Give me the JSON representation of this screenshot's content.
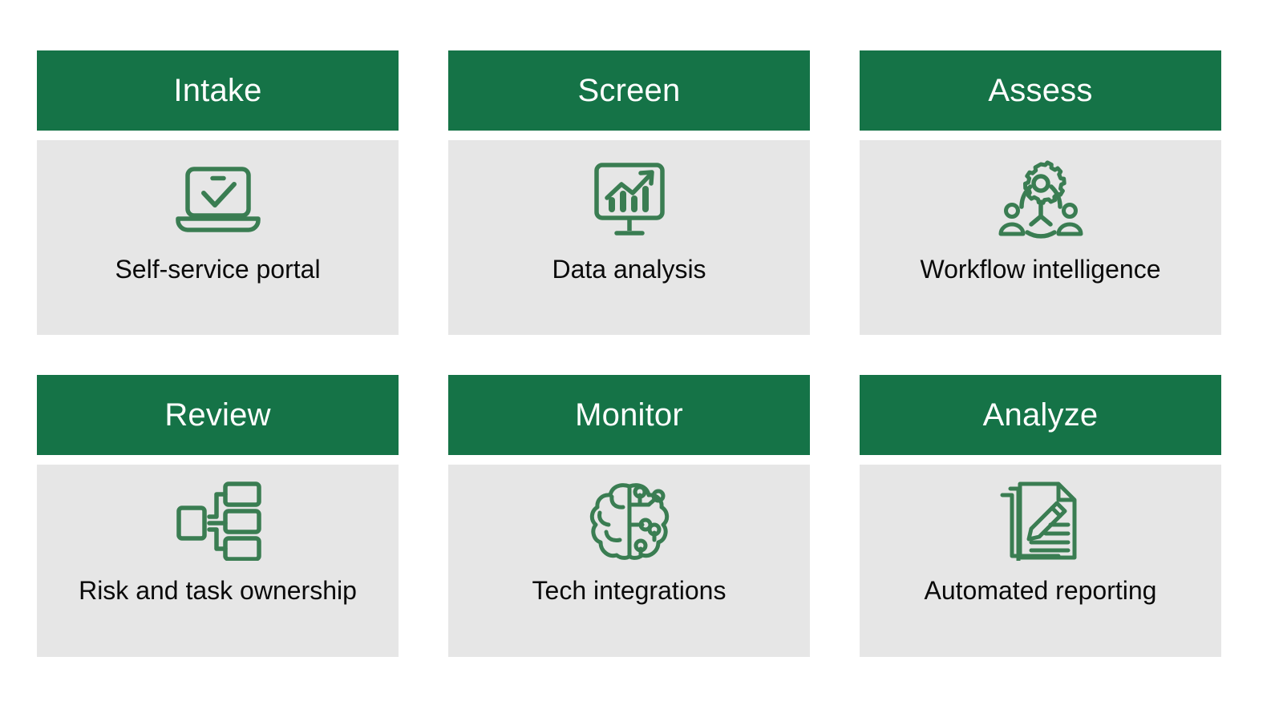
{
  "colors": {
    "header_green": "#157347",
    "body_gray": "#e6e6e6",
    "icon_green": "#3a7d52",
    "label_black": "#0a0a0a",
    "header_text": "#ffffff",
    "page_background": "#ffffff"
  },
  "cards": [
    {
      "title": "Intake",
      "label": "Self-service portal",
      "icon": "laptop-check-icon"
    },
    {
      "title": "Screen",
      "label": "Data analysis",
      "icon": "monitor-chart-icon"
    },
    {
      "title": "Assess",
      "label": "Workflow intelligence",
      "icon": "gear-people-network-icon"
    },
    {
      "title": "Review",
      "label": "Risk and task ownership",
      "icon": "org-chart-icon"
    },
    {
      "title": "Monitor",
      "label": "Tech integrations",
      "icon": "brain-circuit-icon"
    },
    {
      "title": "Analyze",
      "label": "Automated reporting",
      "icon": "documents-pencil-icon"
    }
  ]
}
